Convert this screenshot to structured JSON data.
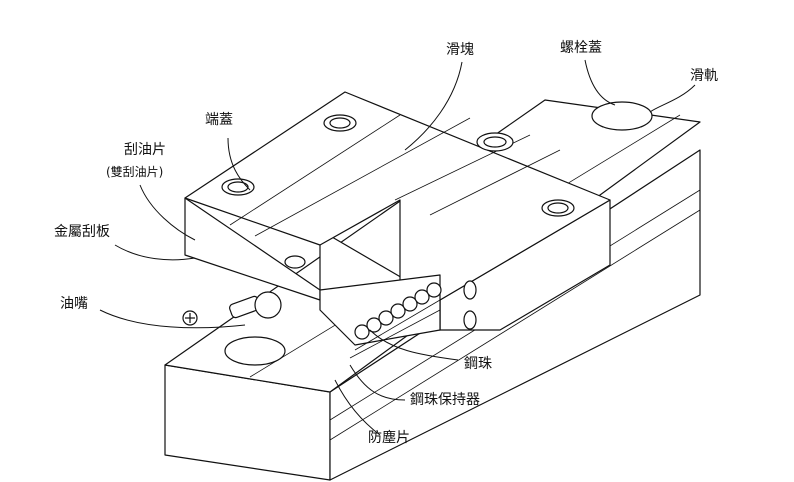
{
  "labels": {
    "slider_block": "滑塊",
    "bolt_cap": "螺栓蓋",
    "rail": "滑軌",
    "end_cap": "端蓋",
    "oil_scraper": "刮油片",
    "double_oil_scraper": "(雙刮油片)",
    "metal_scraper": "金屬刮板",
    "grease_nipple": "油嘴",
    "steel_ball": "鋼珠",
    "ball_retainer": "鋼珠保持器",
    "dust_seal": "防塵片"
  }
}
